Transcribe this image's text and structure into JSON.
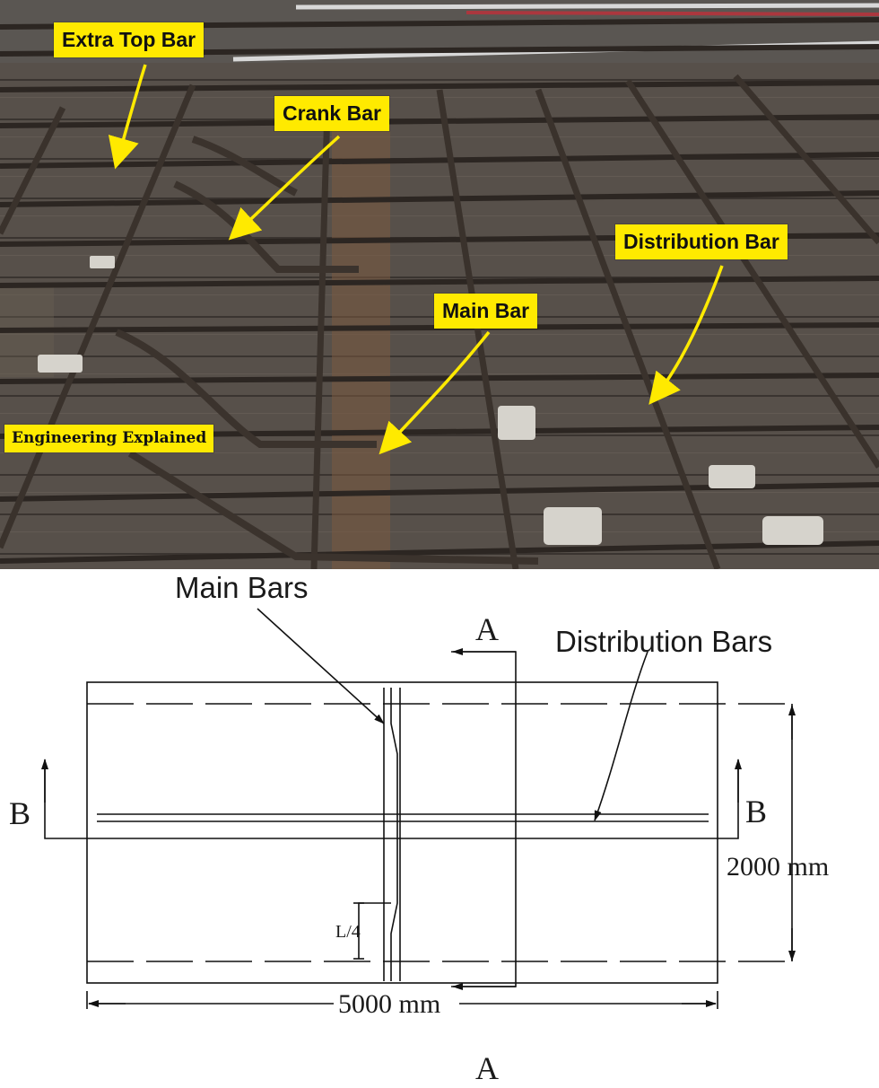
{
  "photo": {
    "labels": {
      "extra_top_bar": "Extra Top Bar",
      "crank_bar": "Crank Bar",
      "distribution_bar": "Distribution Bar",
      "main_bar": "Main Bar",
      "brand": "Engineering Explained"
    },
    "colors": {
      "label_bg": "#ffea00",
      "arrow": "#ffea00",
      "formwork": "#4e4843",
      "steel": "#2c2622"
    }
  },
  "drawing": {
    "main_bars_label": "Main Bars",
    "distribution_bars_label": "Distribution Bars",
    "section_a_top": "A",
    "section_a_bottom": "A",
    "section_b_left": "B",
    "section_b_right": "B",
    "width_dimension": "2000 mm",
    "length_dimension": "5000 mm",
    "crank_offset_label": "L/4"
  }
}
